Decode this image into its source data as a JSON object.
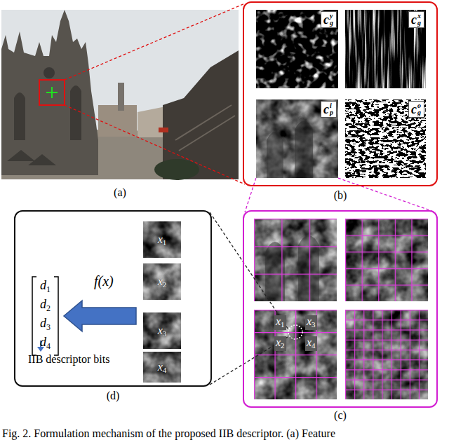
{
  "diagram": {
    "caption": "Fig. 2. Formulation mechanism of the proposed IIB descriptor. (a) Feature",
    "nodes": [
      {
        "text": [
          "(a)"
        ]
      },
      {
        "text": [
          "(b)"
        ]
      },
      {
        "text": [
          "c",
          "y",
          "g"
        ],
        "in": 1
      },
      {
        "text": [
          "c",
          "x",
          "g"
        ],
        "in": 1
      },
      {
        "text": [
          "c",
          "i",
          "p"
        ],
        "in": 1
      },
      {
        "text": [
          "c",
          "o",
          "g"
        ],
        "in": 1
      },
      {
        "text": [
          "(c)"
        ]
      },
      {
        "text": [
          "(d)"
        ]
      },
      {
        "text": [
          "d",
          "1",
          "d",
          "2",
          "d",
          "3",
          "d",
          "4"
        ],
        "in": 7
      },
      {
        "text": [
          "x",
          "1"
        ],
        "in": 7
      },
      {
        "text": [
          "x",
          "2"
        ],
        "in": 7
      },
      {
        "text": [
          "x",
          "3"
        ],
        "in": 7
      },
      {
        "text": [
          "x",
          "4"
        ],
        "in": 7
      }
    ],
    "edges": [
      {
        "from": 0,
        "to": 1,
        "arrow": "none"
      },
      {
        "from": 1,
        "to": 6,
        "arrow": "none"
      },
      {
        "from": 7,
        "to": 6,
        "arrow": "none"
      },
      {
        "from": 10,
        "to": 8,
        "arrow": "to"
      }
    ],
    "labels": [
      "x",
      "1",
      "x",
      "3",
      "x",
      "2",
      "x",
      "4",
      "f(x)",
      "IIB descriptor bits"
    ]
  }
}
